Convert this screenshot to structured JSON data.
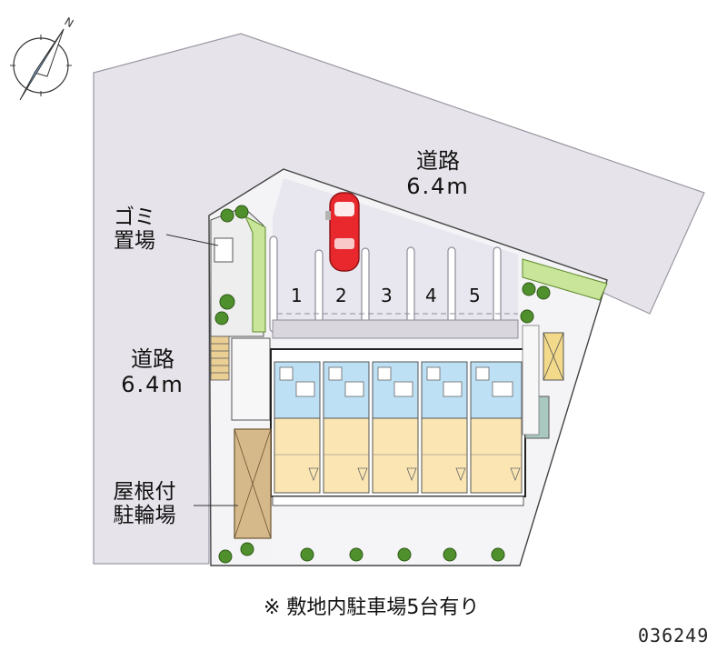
{
  "compass": {
    "north_mark": "N"
  },
  "roads": {
    "north": {
      "name": "道路",
      "width": "6.4m"
    },
    "west": {
      "name": "道路",
      "width": "6.4m"
    }
  },
  "facilities": {
    "garbage": [
      "ゴミ",
      "置場"
    ],
    "bike_parking": [
      "屋根付",
      "駐輪場"
    ]
  },
  "parking": {
    "spaces": [
      "1",
      "2",
      "3",
      "4",
      "5"
    ]
  },
  "note": "※ 敷地内駐車場5台有り",
  "property_code": "036249",
  "colors": {
    "road": "#e6e3ea",
    "site": "#f2f1f3",
    "parking": "#e9e7ee",
    "unit_blue": "#bde0f5",
    "unit_yellow": "#fbe6b3",
    "greenery": "#c9e59a",
    "car": "#e8282c",
    "bike_shed": "#d6b98a"
  }
}
